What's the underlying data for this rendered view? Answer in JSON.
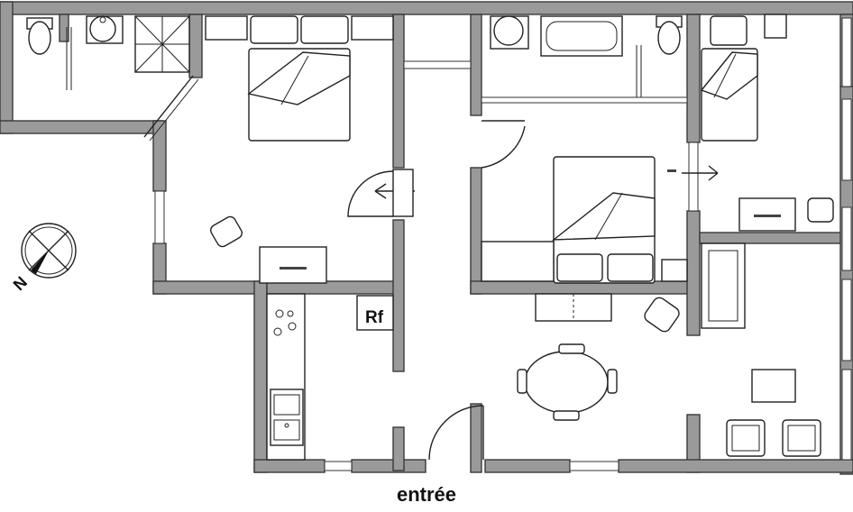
{
  "labels": {
    "fridge": "Rf",
    "entrance": "entrée",
    "compass": "N"
  },
  "colors": {
    "wall_fill": "#9a9a9a",
    "wall_stroke": "#3a3a3a",
    "line": "#222222"
  }
}
